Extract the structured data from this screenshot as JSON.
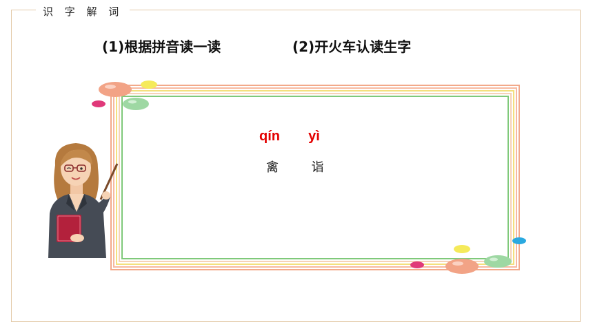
{
  "header": {
    "title": "识 字 解 词"
  },
  "instructions": [
    {
      "label": "(1)根据拼音读一读"
    },
    {
      "label": "(2)开火车认读生字"
    }
  ],
  "words": [
    {
      "pinyin": "qín",
      "char": "禽"
    },
    {
      "pinyin": "yì",
      "char": "诣"
    }
  ],
  "colors": {
    "pinyin": "#e30000",
    "frame_border": "#e3c9a7",
    "board_orange": "#f39a6c",
    "board_yellow": "#f5e36b",
    "board_green": "#8fd07a"
  }
}
